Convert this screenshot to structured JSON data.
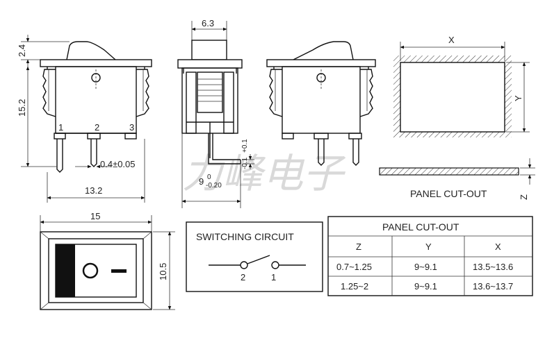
{
  "watermark": "力峰电子",
  "side_view": {
    "dim_top_height": "2.4",
    "dim_body_height": "15.2",
    "pin_labels": [
      "1",
      "2",
      "3"
    ],
    "dim_pin_thickness": "0.4±0.05",
    "dim_pin_span": "13.2"
  },
  "front_view": {
    "dim_width": "6.3",
    "dim_bend_main": "9",
    "dim_bend_sup": "0",
    "dim_bend_sub": "-0.20",
    "dim_tol_plus": "+0.1",
    "dim_tol_minus": "-0.1"
  },
  "cutout": {
    "x_label": "X",
    "y_label": "Y",
    "z_label": "Z",
    "caption": "PANEL CUT-OUT"
  },
  "top_view": {
    "dim_width": "15",
    "dim_height": "10.5"
  },
  "switching": {
    "title": "SWITCHING CIRCUIT",
    "terminal_left": "2",
    "terminal_right": "1"
  },
  "table": {
    "title": "PANEL CUT-OUT",
    "headers": [
      "Z",
      "Y",
      "X"
    ],
    "rows": [
      [
        "0.7~1.25",
        "9~9.1",
        "13.5~13.6"
      ],
      [
        "1.25~2",
        "9~9.1",
        "13.6~13.7"
      ]
    ]
  }
}
